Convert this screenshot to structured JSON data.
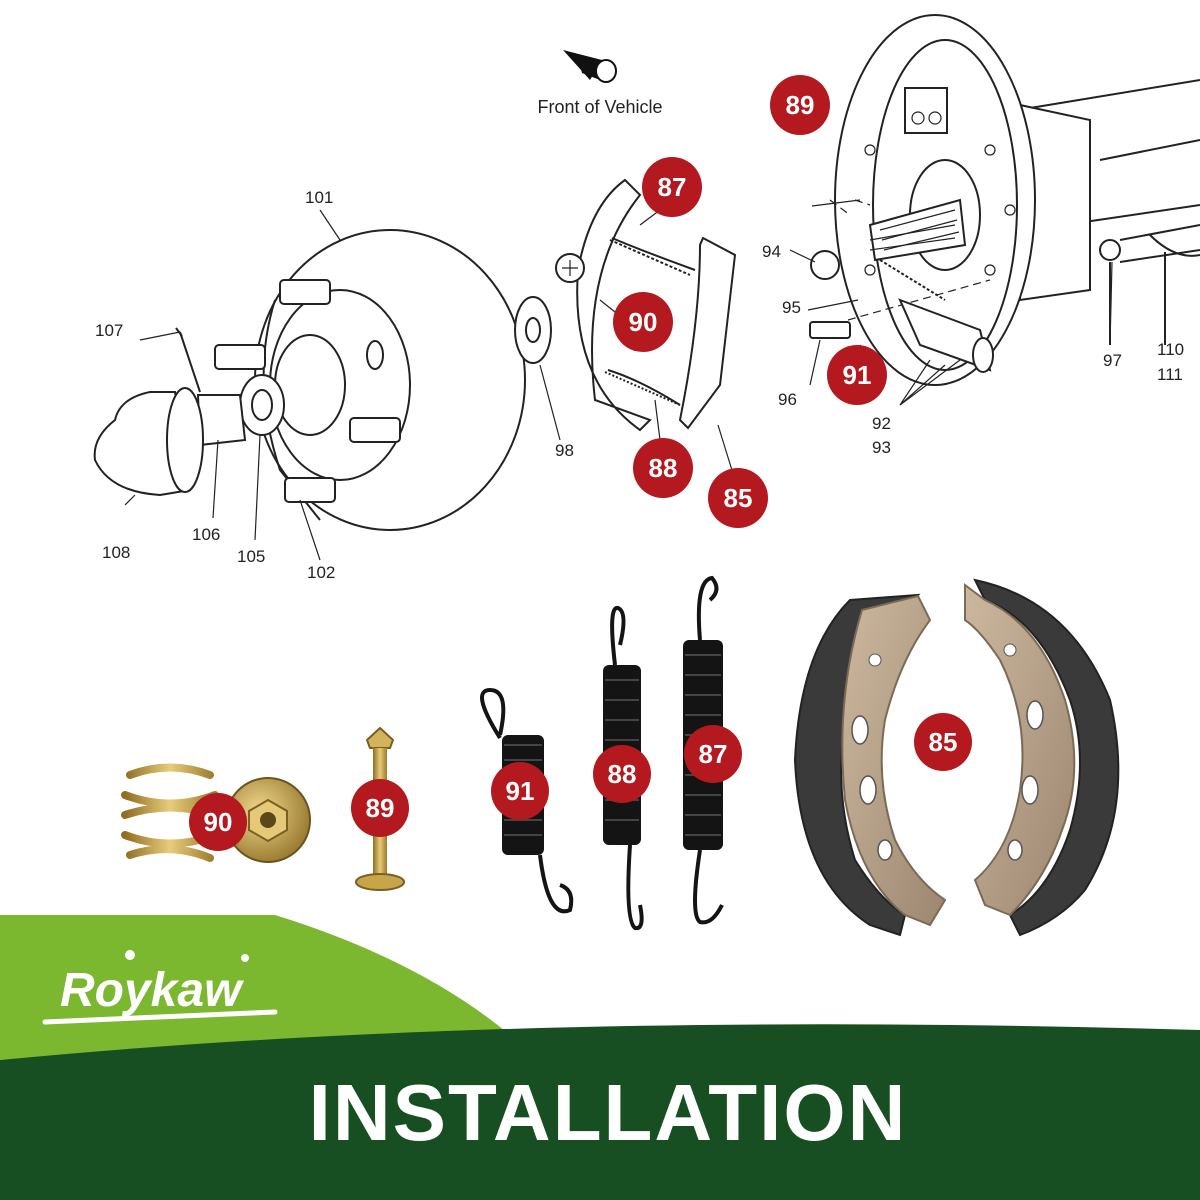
{
  "front_label": "Front of Vehicle",
  "part_numbers": {
    "n101": "101",
    "n107": "107",
    "n108": "108",
    "n106": "106",
    "n105": "105",
    "n102": "102",
    "n98": "98",
    "n94": "94",
    "n95": "95",
    "n96": "96",
    "n92": "92",
    "n93": "93",
    "n97": "97",
    "n110": "110",
    "n111": "111"
  },
  "diagram_badges": {
    "b89": "89",
    "b87": "87",
    "b90": "90",
    "b88": "88",
    "b85": "85",
    "b91": "91"
  },
  "product_badges": {
    "p90": "90",
    "p89": "89",
    "p91": "91",
    "p88": "88",
    "p87": "87",
    "p85": "85"
  },
  "brand": {
    "name": "Roykaw"
  },
  "banner": {
    "title": "INSTALLATION"
  },
  "colors": {
    "badge_red": "#b3191e",
    "banner_dark_green": "#184f22",
    "banner_light_green": "#7bb72f",
    "spring_black": "#141414",
    "brass": "#c9a54a",
    "shoe_lining": "#3a3a3a",
    "shoe_metal": "#b19c84"
  }
}
